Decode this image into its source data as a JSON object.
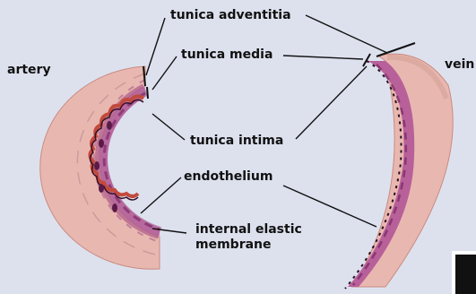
{
  "diagram": {
    "labels": {
      "artery": "artery",
      "vein": "vein",
      "tunica_adventitia": "tunica adventitia",
      "tunica_media": "tunica media",
      "tunica_intima": "tunica intima",
      "endothelium": "endothelium",
      "internal_elastic_membrane_line1": "internal elastic",
      "internal_elastic_membrane_line2": "membrane"
    },
    "colors": {
      "background": "#dde1ee",
      "adventitia": "#e8b8b0",
      "media": "#b8609a",
      "intima": "#c24a3c",
      "leader_lines": "#111111"
    }
  }
}
